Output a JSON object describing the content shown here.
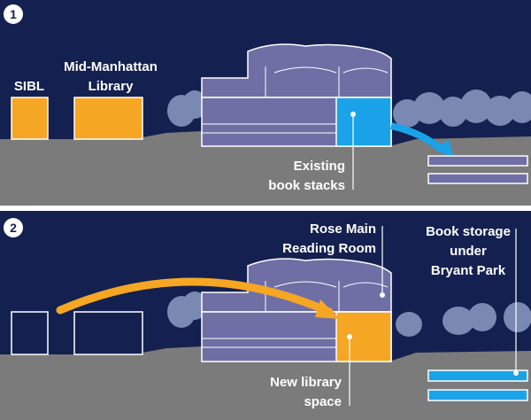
{
  "panels": [
    {
      "number": "1",
      "labels": {
        "sibl": "SIBL",
        "mid_manhattan_line1": "Mid-Manhattan",
        "mid_manhattan_line2": "Library",
        "existing_line1": "Existing",
        "existing_line2": "book stacks"
      }
    },
    {
      "number": "2",
      "labels": {
        "rose_line1": "Rose Main",
        "rose_line2": "Reading Room",
        "storage_line1": "Book storage",
        "storage_line2": "under",
        "storage_line3": "Bryant Park",
        "new_line1": "New library",
        "new_line2": "space"
      }
    }
  ],
  "colors": {
    "sky": "#14204f",
    "ground": "#7b7b7b",
    "building": "#6f6fa6",
    "orange": "#f5a623",
    "blue": "#1aa3e8",
    "trees": "#8b9cc4",
    "divider": "#ffffff"
  }
}
